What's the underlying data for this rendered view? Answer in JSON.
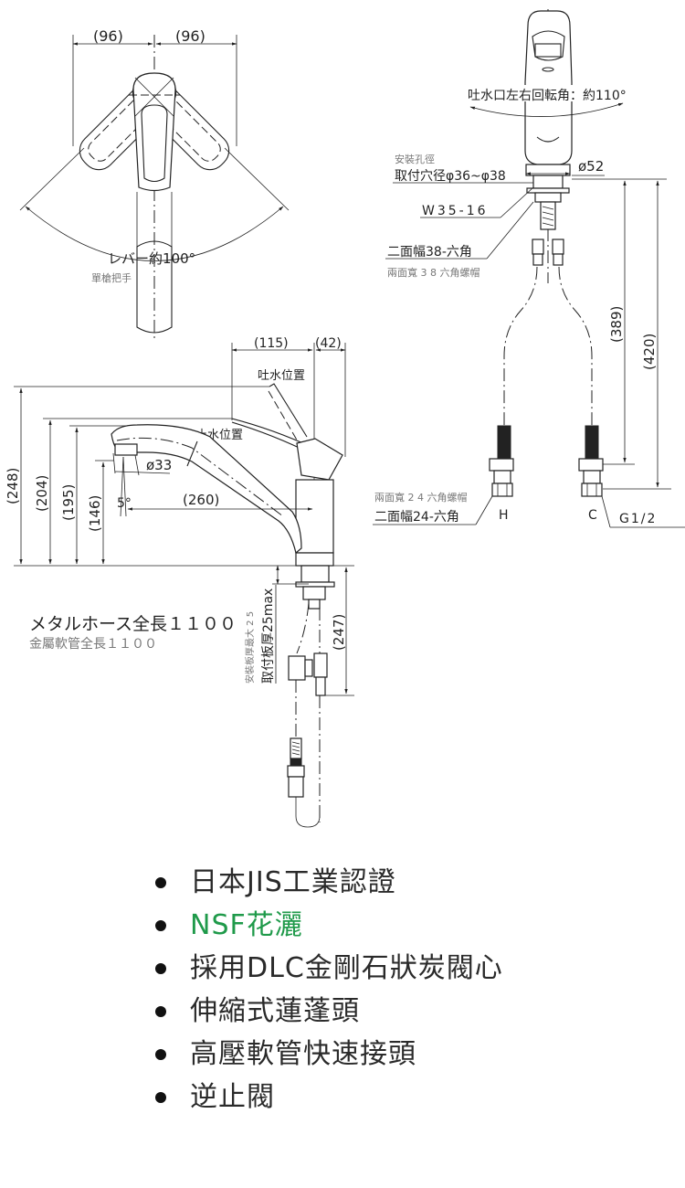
{
  "top_view": {
    "dim_left": "(96)",
    "dim_right": "(96)",
    "lever_angle_jp": "レバー約100°",
    "lever_caption_zh": "單槍把手"
  },
  "front_view": {
    "rotation_label_jp": "吐水口左右回転角：約110°",
    "hole_caption_zh": "安裝孔徑",
    "hole_label_jp": "取付穴径φ36~φ38",
    "diameter_label": "ø52",
    "thread_label": "W35-16",
    "hex38_label_jp": "二面幅38-六角",
    "hex38_caption_zh": "兩面寬 3 8 六角螺帽",
    "dim_389": "(389)",
    "dim_420": "(420)",
    "hex24_caption_zh": "兩面寬 2 4 六角螺帽",
    "hex24_label_jp": "二面幅24-六角",
    "hot_label": "H",
    "cold_label": "C",
    "thread_g_label": "G1/2"
  },
  "side_view": {
    "dim_115": "(115)",
    "dim_42": "(42)",
    "open_position_jp": "吐水位置",
    "closed_position_jp": "止水位置",
    "dim_248": "(248)",
    "dim_204": "(204)",
    "dim_195": "(195)",
    "dim_146": "(146)",
    "spray_diameter": "ø33",
    "angle_label": "5°",
    "dim_260": "(260)",
    "dim_247": "(247)",
    "plate_caption_zh": "安裝板厚最大 2 5",
    "plate_label_jp": "取付板厚25max",
    "hose_label_jp": "メタルホース全長１１００",
    "hose_caption_zh": "金屬軟管全長１１００"
  },
  "features": [
    {
      "text": "日本JIS工業認證",
      "color": "#2a2a2a"
    },
    {
      "text": "NSF花灑",
      "color": "#1f9a4a"
    },
    {
      "text": "採用DLC金剛石狀炭閥心",
      "color": "#2a2a2a"
    },
    {
      "text": "伸縮式蓮蓬頭",
      "color": "#2a2a2a"
    },
    {
      "text": "高壓軟管快速接頭",
      "color": "#2a2a2a"
    },
    {
      "text": "逆止閥",
      "color": "#2a2a2a"
    }
  ]
}
